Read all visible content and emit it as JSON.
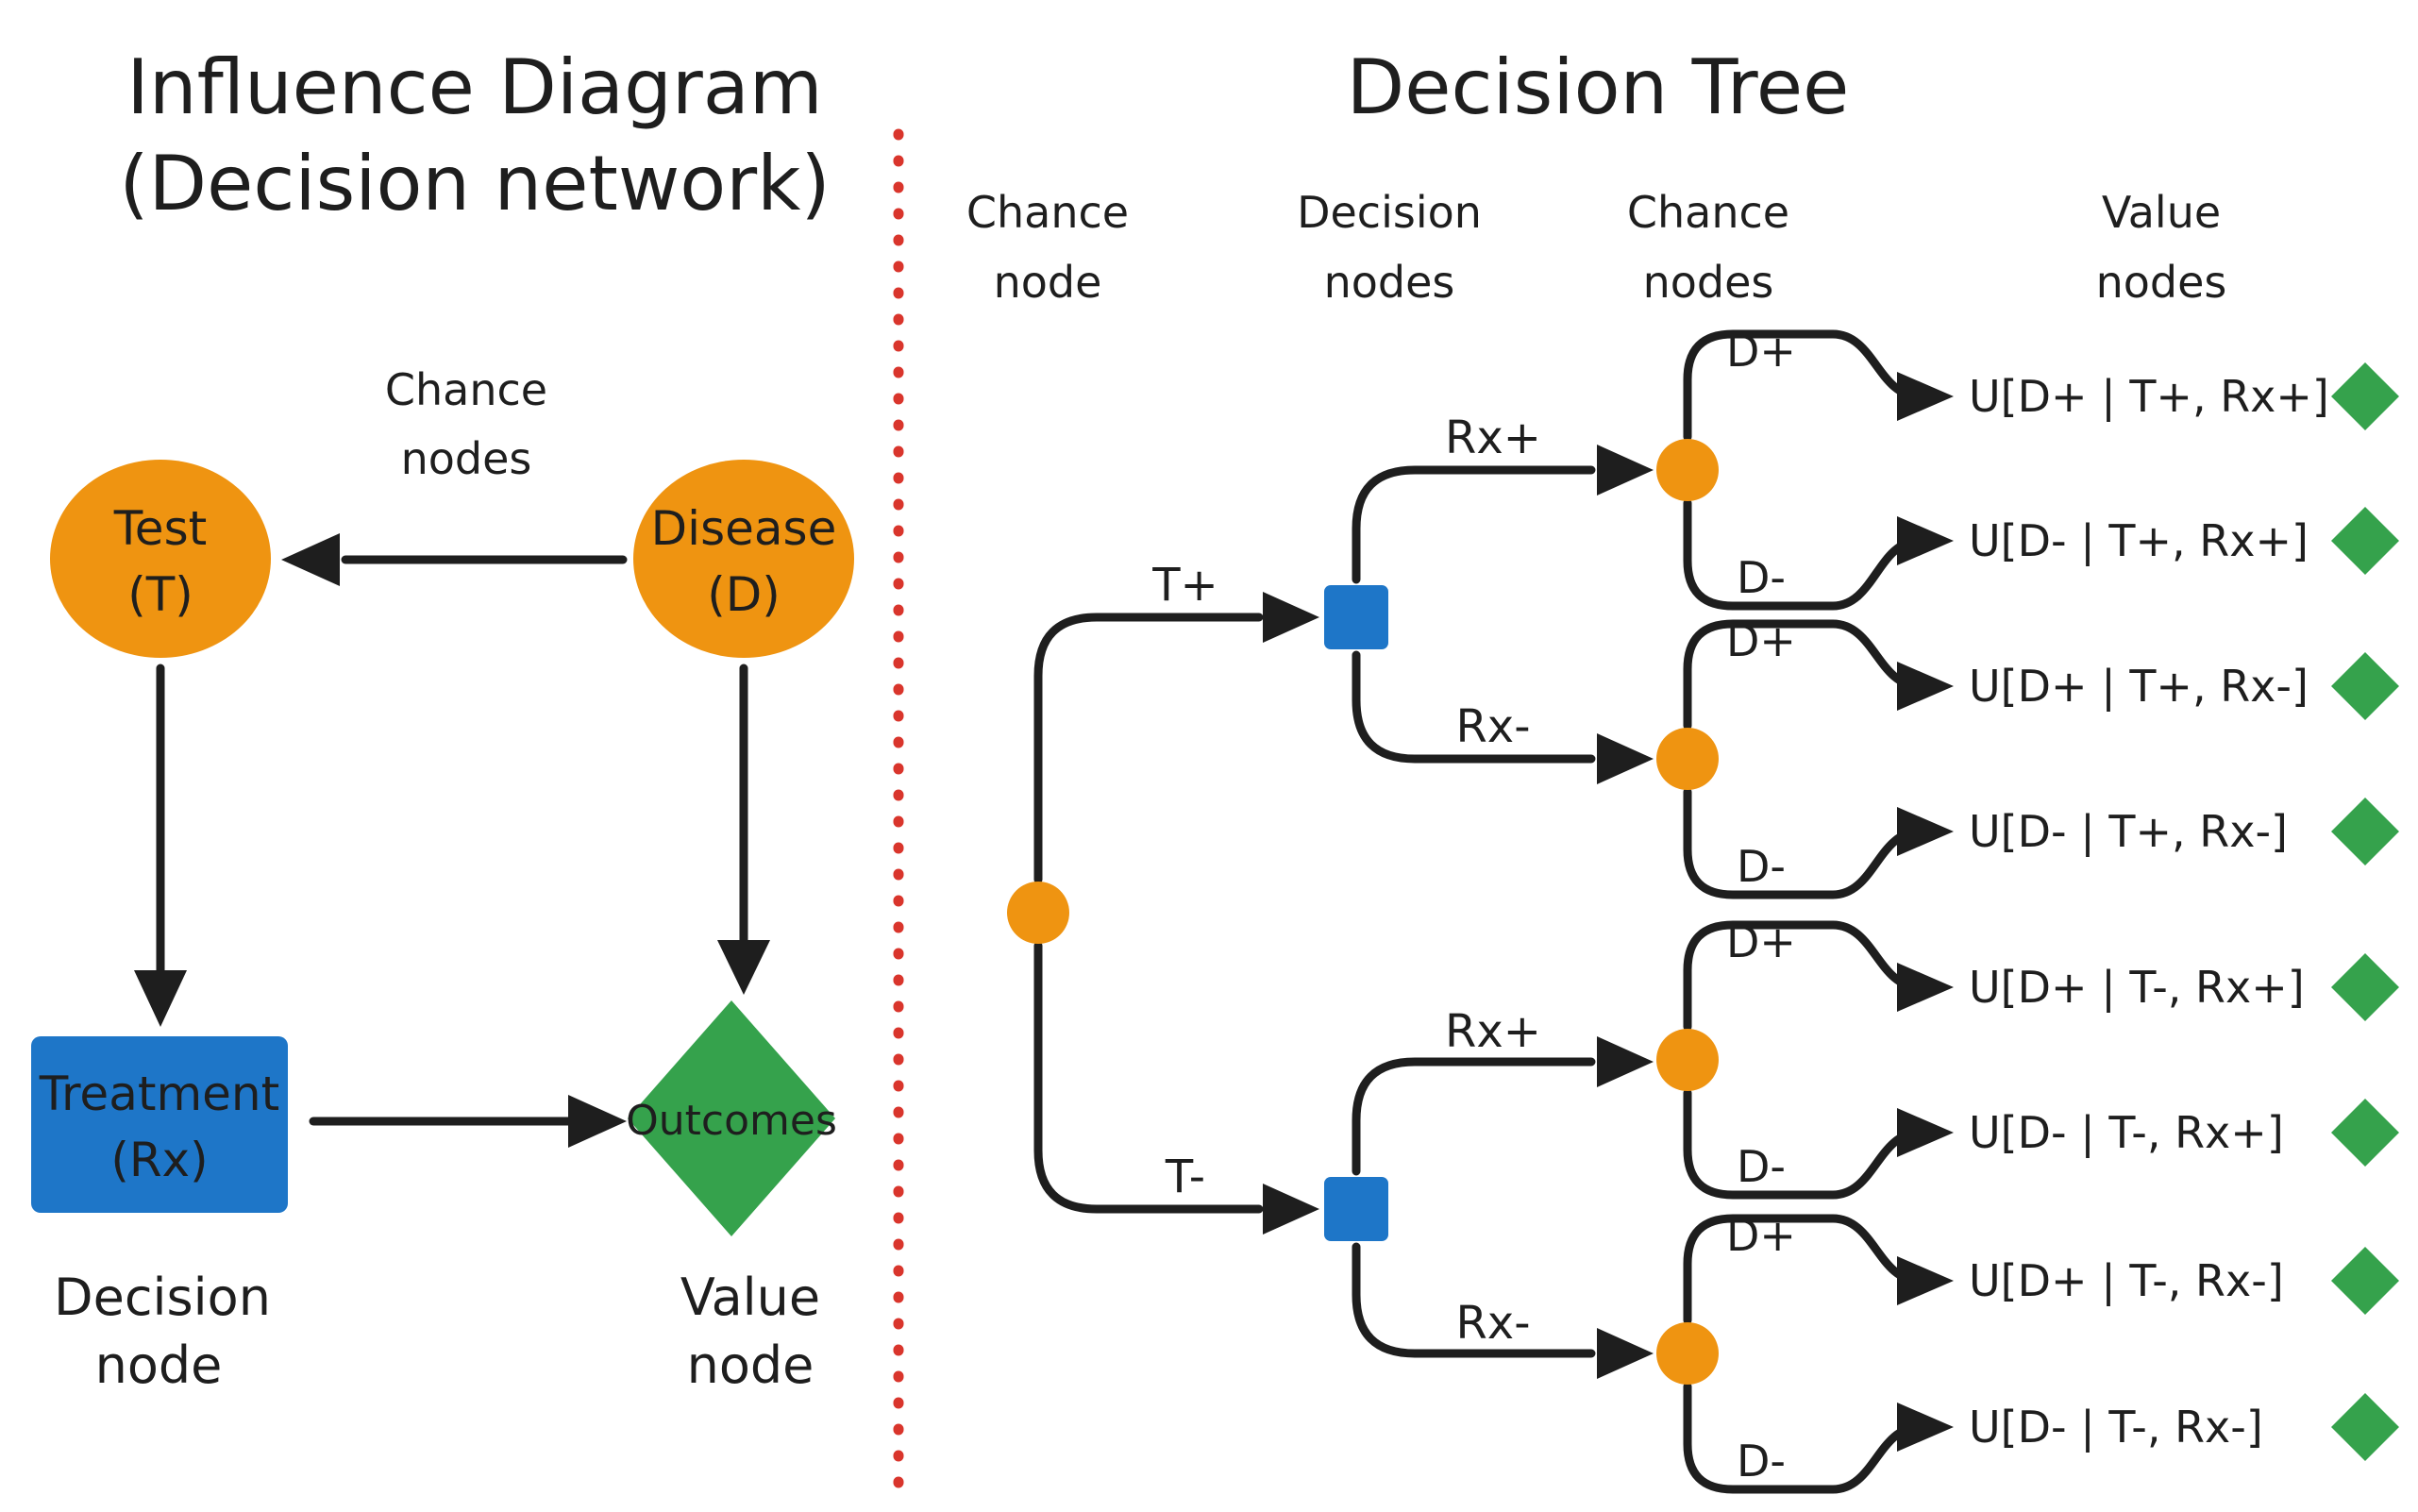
{
  "colors": {
    "title_blue": "#2381d2",
    "node_orange": "#ef9411",
    "node_blue": "#1e76c8",
    "node_green": "#35a24c",
    "value_text_green": "#2f9e44",
    "branch_label_gray": "#8d8d8d",
    "ink_black": "#1e1e1e",
    "divider_red": "#d9352c",
    "node_text_white": "#ffffff"
  },
  "left_panel": {
    "title_line1": "Influence Diagram",
    "title_line2": "(Decision network)",
    "chance_nodes_label": {
      "line1": "Chance",
      "line2": "nodes"
    },
    "test_node": {
      "line1": "Test",
      "line2": "(T)"
    },
    "disease_node": {
      "line1": "Disease",
      "line2": "(D)"
    },
    "treatment_node": {
      "line1": "Treatment",
      "line2": "(Rx)"
    },
    "outcomes_node": {
      "label": "Outcomes"
    },
    "decision_node_label": {
      "line1": "Decision",
      "line2": "node"
    },
    "value_node_label": {
      "line1": "Value",
      "line2": "node"
    }
  },
  "right_panel": {
    "title": "Decision Tree",
    "column_headers": [
      {
        "line1": "Chance",
        "line2": "node"
      },
      {
        "line1": "Decision",
        "line2": "nodes"
      },
      {
        "line1": "Chance",
        "line2": "nodes"
      },
      {
        "line1": "Value",
        "line2": "nodes"
      }
    ],
    "branch_labels": {
      "t_plus": "T+",
      "t_minus": "T-",
      "rx_plus": "Rx+",
      "rx_minus": "Rx-",
      "d_plus": "D+",
      "d_minus": "D-"
    },
    "value_rows": [
      "U[D+ | T+, Rx+]",
      "U[D- | T+, Rx+]",
      "U[D+ | T+, Rx-]",
      "U[D- | T+, Rx-]",
      "U[D+ | T-, Rx+]",
      "U[D- | T-, Rx+]",
      "U[D+ | T-, Rx-]",
      "U[D- | T-, Rx-]"
    ]
  }
}
